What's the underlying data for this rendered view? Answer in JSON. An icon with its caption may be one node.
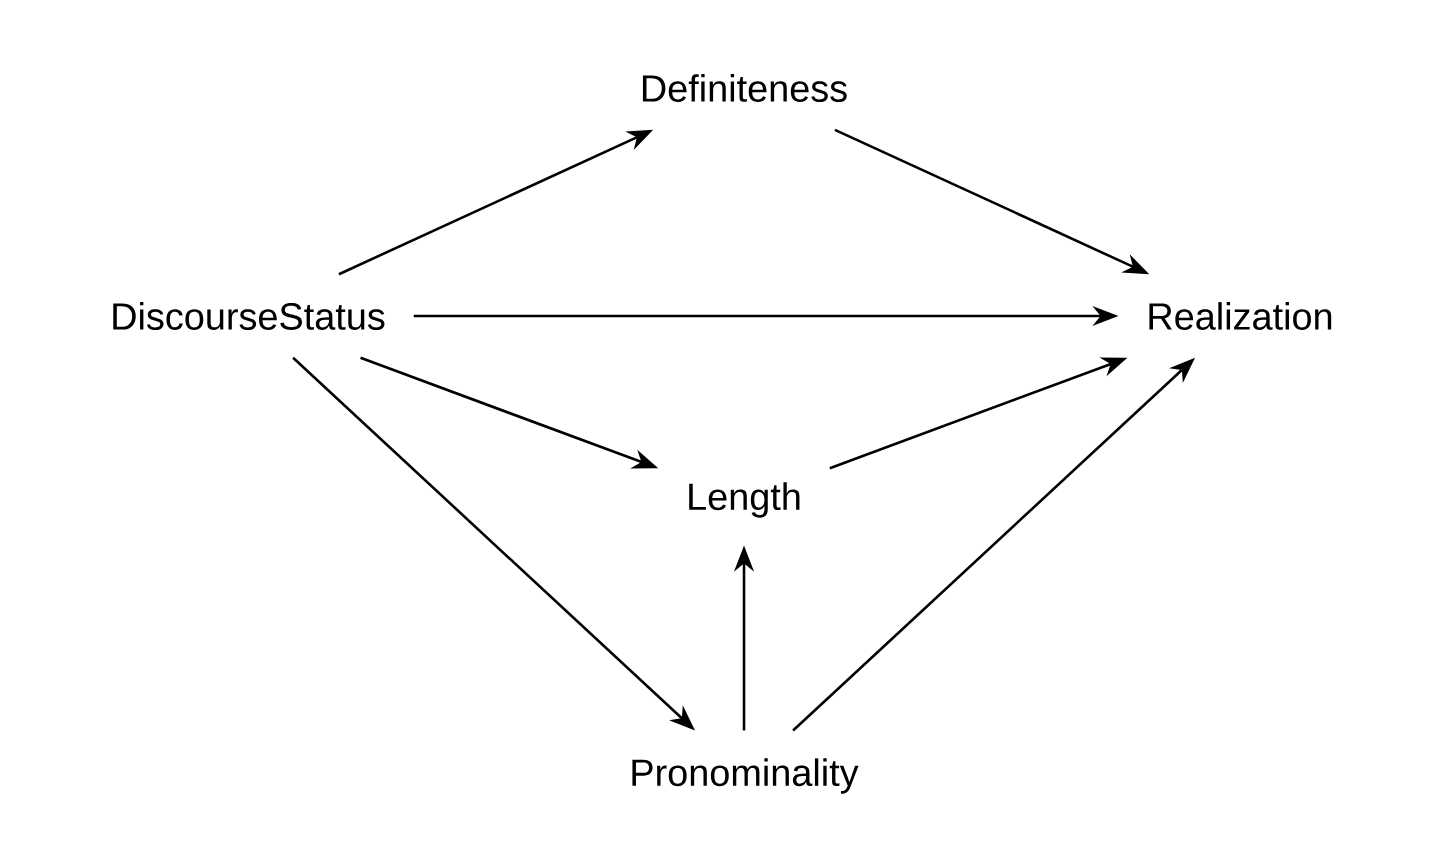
{
  "diagram": {
    "nodes": [
      {
        "text": [
          "Definiteness"
        ]
      },
      {
        "text": [
          "DiscourseStatus"
        ]
      },
      {
        "text": [
          "Realization"
        ]
      },
      {
        "text": [
          "Length"
        ]
      },
      {
        "text": [
          "Pronominality"
        ]
      }
    ],
    "edges": [
      {
        "from": 1,
        "to": 0,
        "arrow": "to"
      },
      {
        "from": 0,
        "to": 2,
        "arrow": "to"
      },
      {
        "from": 1,
        "to": 2,
        "arrow": "to"
      },
      {
        "from": 1,
        "to": 3,
        "arrow": "to"
      },
      {
        "from": 3,
        "to": 2,
        "arrow": "to"
      },
      {
        "from": 1,
        "to": 4,
        "arrow": "to"
      },
      {
        "from": 4,
        "to": 3,
        "arrow": "to"
      },
      {
        "from": 4,
        "to": 2,
        "arrow": "to"
      }
    ]
  }
}
